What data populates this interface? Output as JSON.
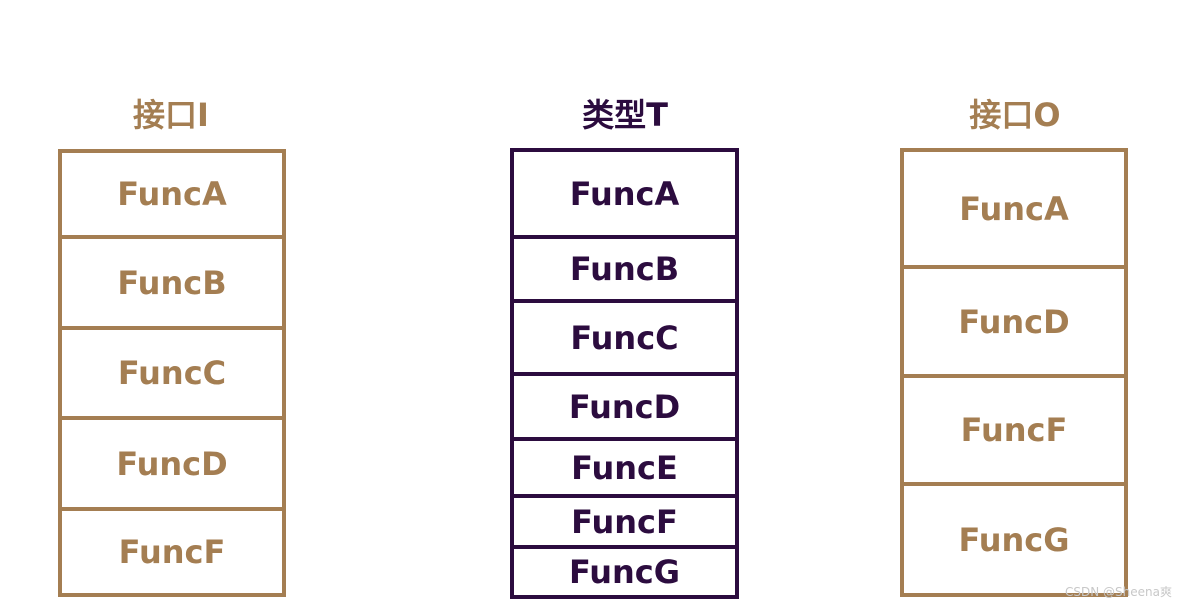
{
  "colors": {
    "interface": "#a47e52",
    "type": "#2c0c3f",
    "watermark": "#c8c8c8"
  },
  "interface_i": {
    "title": "接口I",
    "funcs": [
      "FuncA",
      "FuncB",
      "FuncC",
      "FuncD",
      "FuncF"
    ]
  },
  "type_t": {
    "title": "类型T",
    "funcs": [
      "FuncA",
      "FuncB",
      "FuncC",
      "FuncD",
      "FuncE",
      "FuncF",
      "FuncG"
    ]
  },
  "interface_o": {
    "title": "接口O",
    "funcs": [
      "FuncA",
      "FuncD",
      "FuncF",
      "FuncG"
    ]
  },
  "watermark": "CSDN @Sheena爽"
}
